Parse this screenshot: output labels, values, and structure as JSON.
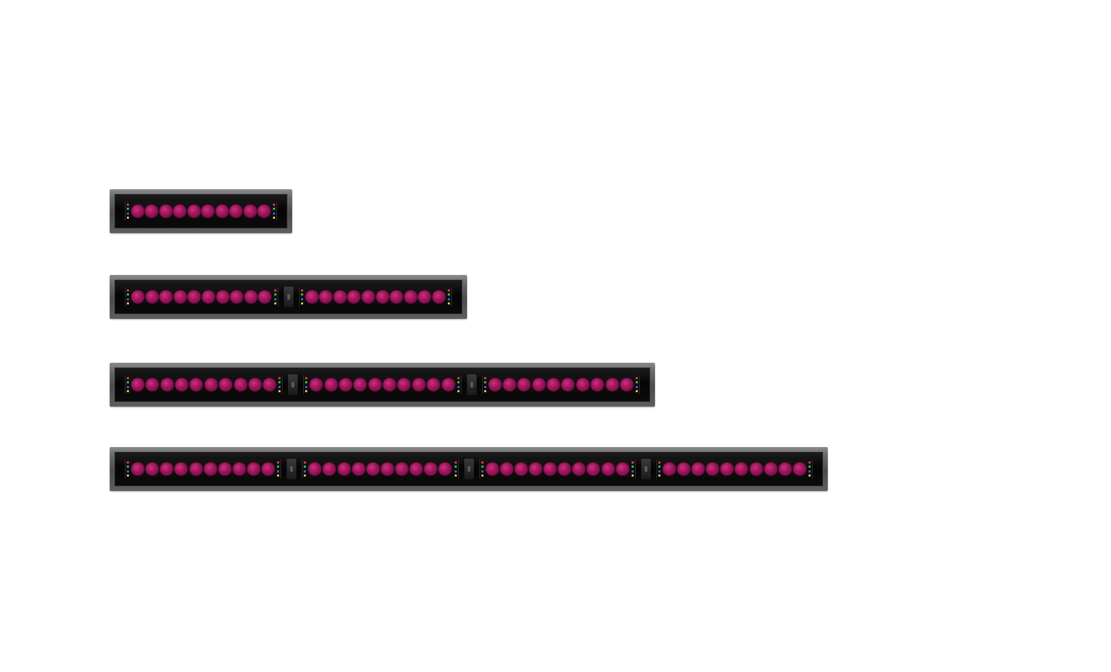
{
  "scene": {
    "background_color": "#ffffff"
  },
  "fixtures": [
    {
      "id": "fixture-1",
      "modules": 1,
      "leds_per_module": 10
    },
    {
      "id": "fixture-2",
      "modules": 2,
      "leds_per_module": 10
    },
    {
      "id": "fixture-3",
      "modules": 3,
      "leds_per_module": 10
    },
    {
      "id": "fixture-4",
      "modules": 4,
      "leds_per_module": 10
    }
  ],
  "colors": {
    "housing": "#5a5a5a",
    "lens": "#a3165f",
    "pin_colors": [
      "#e04040",
      "#40c040",
      "#4060e0",
      "#e0c040"
    ]
  }
}
